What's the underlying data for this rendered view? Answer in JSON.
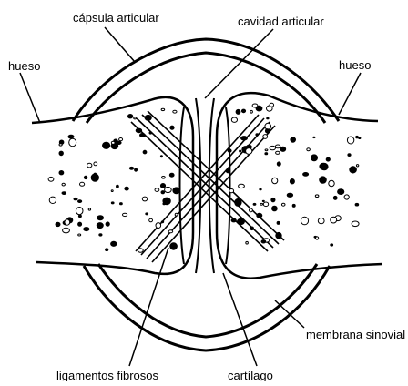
{
  "diagram": {
    "labels": {
      "capsula": "cápsula articular",
      "cavidad": "cavidad articular",
      "hueso_izq": "hueso",
      "hueso_der": "hueso",
      "membrana": "membrana sinovial",
      "ligamentos": "ligamentos fibrosos",
      "cartilago": "cartílago"
    },
    "colors": {
      "ink": "#000000",
      "paper": "#ffffff"
    }
  }
}
